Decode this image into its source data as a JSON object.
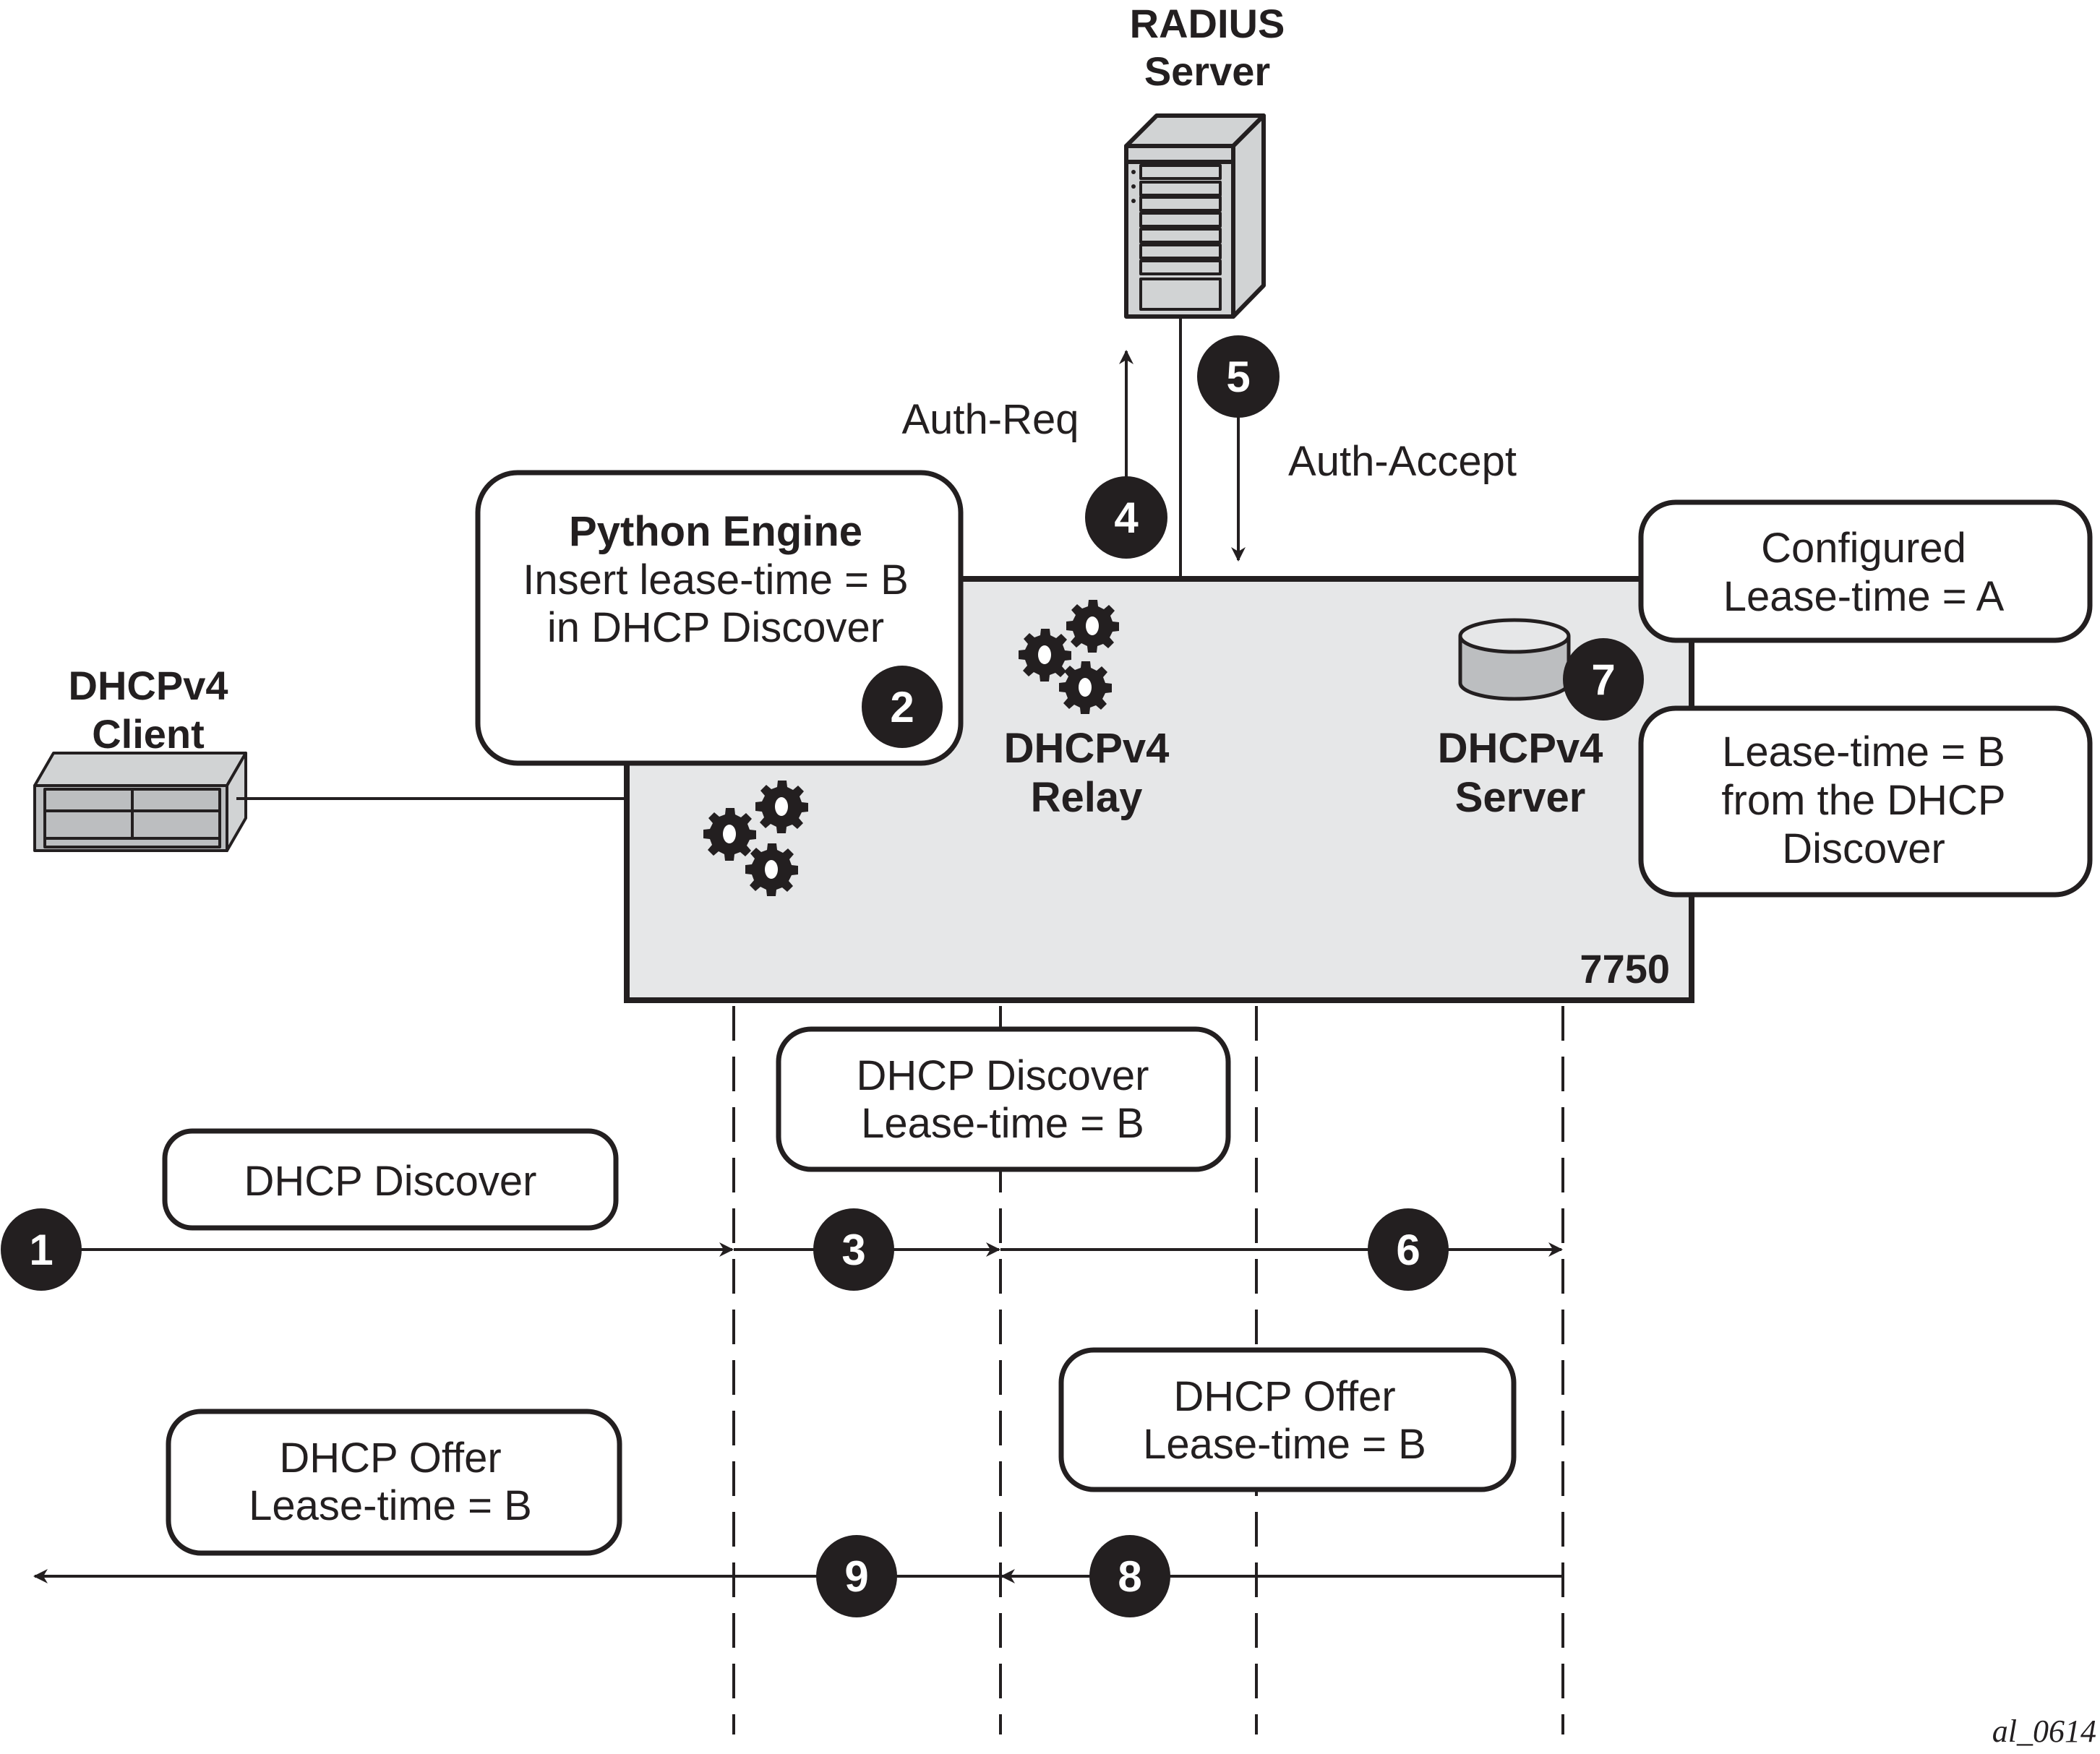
{
  "radius": {
    "title_line1": "RADIUS",
    "title_line2": "Server"
  },
  "client": {
    "title_line1": "DHCPv4",
    "title_line2": "Client"
  },
  "node": {
    "label": "7750",
    "relay_line1": "DHCPv4",
    "relay_line2": "Relay",
    "server_line1": "DHCPv4",
    "server_line2": "Server"
  },
  "python_box": {
    "title": "Python Engine",
    "line1": "Insert lease-time = B",
    "line2": "in DHCP Discover",
    "step": "2"
  },
  "configured_box": {
    "line1": "Configured",
    "line2": "Lease-time = A"
  },
  "lease_b_box": {
    "line1": "Lease-time = B",
    "line2": "from the DHCP",
    "line3": "Discover"
  },
  "auth": {
    "request": "Auth-Req",
    "accept": "Auth-Accept",
    "request_step": "4",
    "accept_step": "5"
  },
  "server_step": "7",
  "messages": {
    "discover": {
      "label": "DHCP Discover"
    },
    "discover_relayed": {
      "line1": "DHCP Discover",
      "line2": "Lease-time = B"
    },
    "offer_from_server": {
      "line1": "DHCP Offer",
      "line2": "Lease-time = B"
    },
    "offer_to_client": {
      "line1": "DHCP Offer",
      "line2": "Lease-time = B"
    }
  },
  "steps": {
    "s1": "1",
    "s3": "3",
    "s6": "6",
    "s8": "8",
    "s9": "9"
  },
  "figure_id": "al_0614",
  "colors": {
    "node_fill": "#e6e7e8",
    "stroke": "#231f20",
    "device_fill": "#d1d3d4",
    "device_shade": "#bcbec0"
  }
}
